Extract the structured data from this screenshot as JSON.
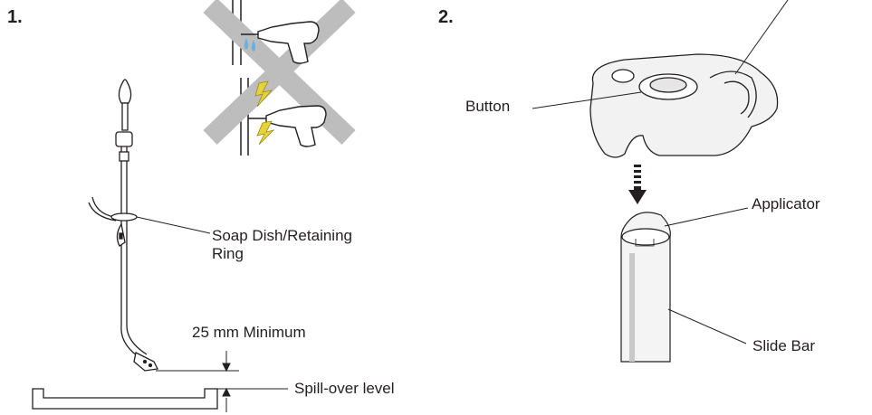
{
  "steps": {
    "step1": "1.",
    "step2": "2."
  },
  "labels": {
    "soap_dish_line1": "Soap Dish/Retaining",
    "soap_dish_line2": "Ring",
    "min_distance": "25 mm Minimum",
    "spill_over": "Spill-over level",
    "button": "Button",
    "applicator": "Applicator",
    "slide_bar": "Slide Bar"
  },
  "colors": {
    "line": "#231f20",
    "cross": "#bdbdbd",
    "water": "#6ab0e0",
    "spark": "#e8d23a",
    "grey": "#d9d9d9"
  }
}
